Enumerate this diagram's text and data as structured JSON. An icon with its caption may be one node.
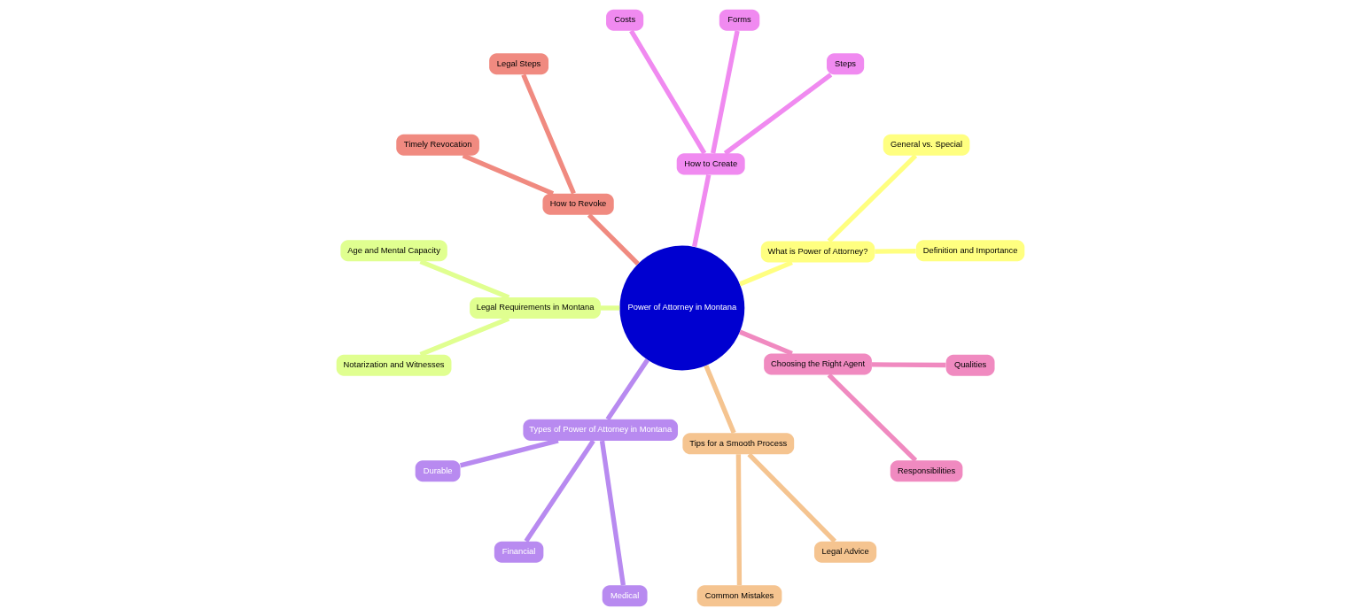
{
  "diagram": {
    "nodes": [
      {
        "text": [
          "Power of Attorney in Montana"
        ]
      },
      {
        "text": [
          "What is Power of Attorney?"
        ]
      },
      {
        "text": [
          "Definition and Importance"
        ]
      },
      {
        "text": [
          "General vs. Special"
        ]
      },
      {
        "text": [
          "How to Create"
        ]
      },
      {
        "text": [
          "Steps"
        ]
      },
      {
        "text": [
          "Forms"
        ]
      },
      {
        "text": [
          "Costs"
        ]
      },
      {
        "text": [
          "How to Revoke"
        ]
      },
      {
        "text": [
          "Legal Steps"
        ]
      },
      {
        "text": [
          "Timely Revocation"
        ]
      },
      {
        "text": [
          "Legal Requirements in Montana"
        ]
      },
      {
        "text": [
          "Age and Mental Capacity"
        ]
      },
      {
        "text": [
          "Notarization and Witnesses"
        ]
      },
      {
        "text": [
          "Types of Power of Attorney in Montana"
        ]
      },
      {
        "text": [
          "Durable"
        ]
      },
      {
        "text": [
          "Financial"
        ]
      },
      {
        "text": [
          "Medical"
        ]
      },
      {
        "text": [
          "Tips for a Smooth Process"
        ]
      },
      {
        "text": [
          "Common Mistakes"
        ]
      },
      {
        "text": [
          "Legal Advice"
        ]
      },
      {
        "text": [
          "Choosing the Right Agent"
        ]
      },
      {
        "text": [
          "Responsibilities"
        ]
      },
      {
        "text": [
          "Qualities"
        ]
      }
    ],
    "edges": [
      {
        "from": 0,
        "to": 1,
        "arrow": "none",
        "color": "#ffff80"
      },
      {
        "from": 1,
        "to": 2,
        "arrow": "none",
        "color": "#ffff80"
      },
      {
        "from": 1,
        "to": 3,
        "arrow": "none",
        "color": "#ffff80"
      },
      {
        "from": 0,
        "to": 4,
        "arrow": "none",
        "color": "#f08af0"
      },
      {
        "from": 4,
        "to": 5,
        "arrow": "none",
        "color": "#f08af0"
      },
      {
        "from": 4,
        "to": 6,
        "arrow": "none",
        "color": "#f08af0"
      },
      {
        "from": 4,
        "to": 7,
        "arrow": "none",
        "color": "#f08af0"
      },
      {
        "from": 0,
        "to": 8,
        "arrow": "none",
        "color": "#f08a80"
      },
      {
        "from": 8,
        "to": 9,
        "arrow": "none",
        "color": "#f08a80"
      },
      {
        "from": 8,
        "to": 10,
        "arrow": "none",
        "color": "#f08a80"
      },
      {
        "from": 0,
        "to": 11,
        "arrow": "none",
        "color": "#e0ff90"
      },
      {
        "from": 11,
        "to": 12,
        "arrow": "none",
        "color": "#e0ff90"
      },
      {
        "from": 11,
        "to": 13,
        "arrow": "none",
        "color": "#e0ff90"
      },
      {
        "from": 0,
        "to": 14,
        "arrow": "none",
        "color": "#b88af0"
      },
      {
        "from": 14,
        "to": 15,
        "arrow": "none",
        "color": "#b88af0"
      },
      {
        "from": 14,
        "to": 16,
        "arrow": "none",
        "color": "#b88af0"
      },
      {
        "from": 14,
        "to": 17,
        "arrow": "none",
        "color": "#b88af0"
      },
      {
        "from": 0,
        "to": 18,
        "arrow": "none",
        "color": "#f5c490"
      },
      {
        "from": 18,
        "to": 19,
        "arrow": "none",
        "color": "#f5c490"
      },
      {
        "from": 18,
        "to": 20,
        "arrow": "none",
        "color": "#f5c490"
      },
      {
        "from": 0,
        "to": 21,
        "arrow": "none",
        "color": "#f08ac0"
      },
      {
        "from": 21,
        "to": 22,
        "arrow": "none",
        "color": "#f08ac0"
      },
      {
        "from": 21,
        "to": 23,
        "arrow": "none",
        "color": "#f08ac0"
      }
    ]
  }
}
